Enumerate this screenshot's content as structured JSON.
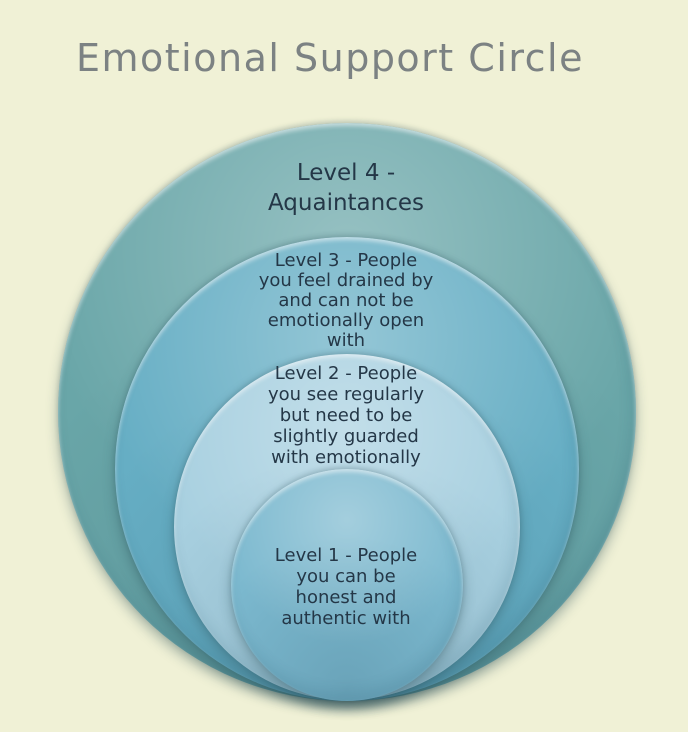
{
  "title": "Emotional Support Circle",
  "colors": {
    "background": "#f0f1d6",
    "title_text": "#7c8283",
    "label_text": "#243747",
    "level4_fill": "#69a6a8",
    "level3_fill": "#66aec4",
    "level2_fill": "#a8d0e0",
    "level1_fill": "#7cb9cf"
  },
  "diagram": {
    "type": "nested-circles",
    "levels": [
      {
        "id": 4,
        "label": "Level 4 -\nAquaintances"
      },
      {
        "id": 3,
        "label": "Level 3 - People\nyou feel drained by\nand can not be\nemotionally open\nwith"
      },
      {
        "id": 2,
        "label": "Level 2 - People\nyou see regularly\nbut need to be\nslightly guarded\nwith emotionally"
      },
      {
        "id": 1,
        "label": "Level 1 - People\nyou can be\nhonest and\nauthentic with"
      }
    ]
  }
}
